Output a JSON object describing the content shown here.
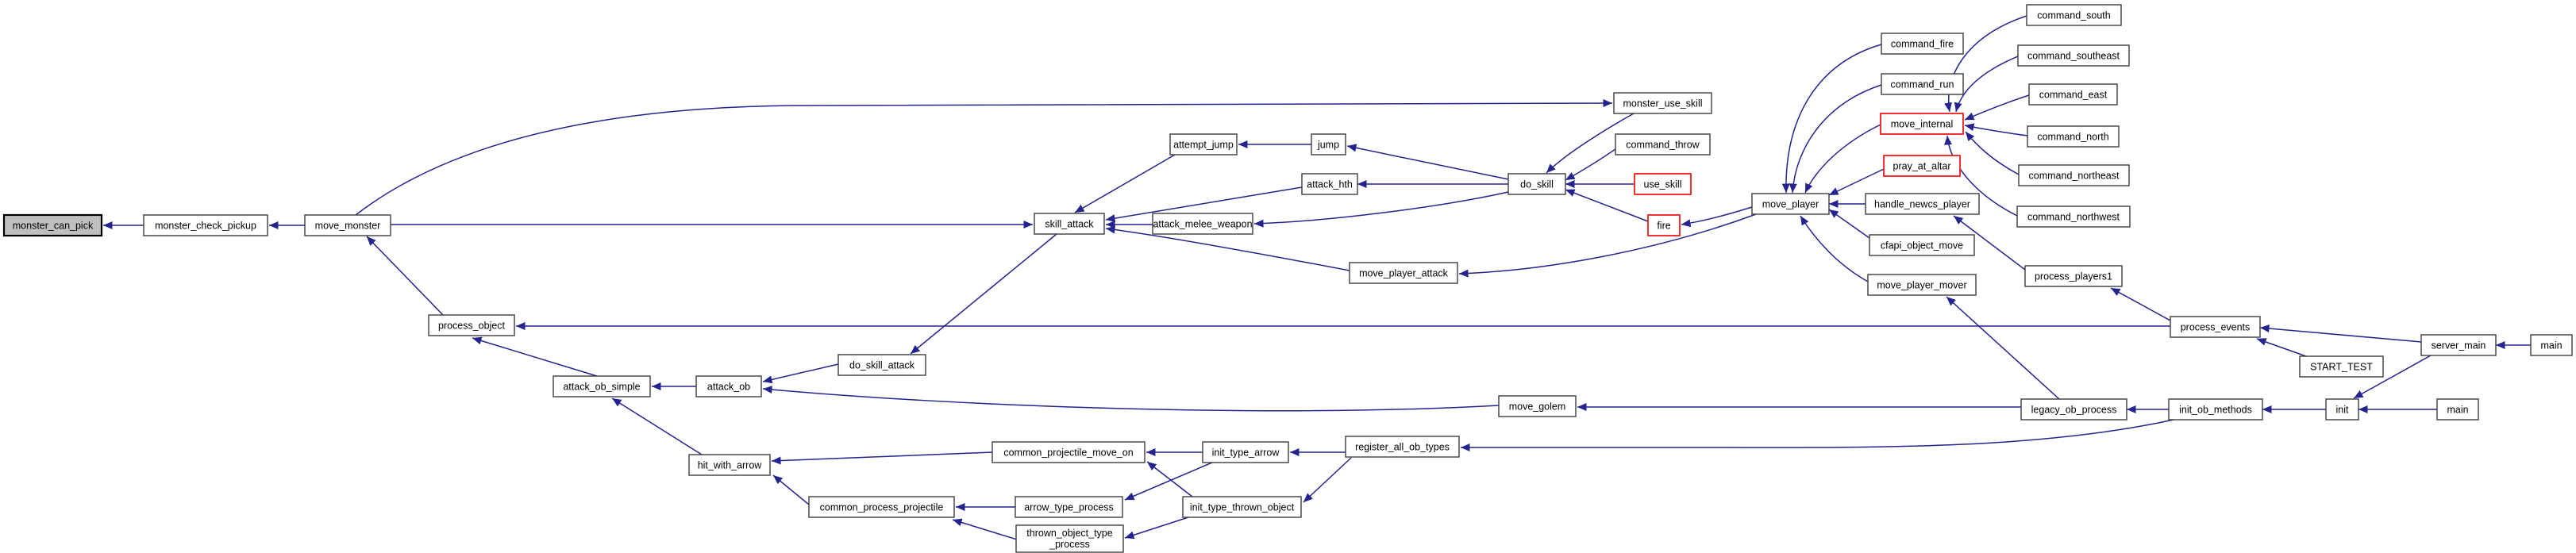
{
  "theme": {
    "page_bg": "#ffffff",
    "node_fill": "#ffffff",
    "node_border": "#3d3d3d",
    "root_fill": "#bfbfbf",
    "root_border": "#000000",
    "highlight_border": "#ee1b1b",
    "edge_color": "#24248e",
    "text_color": "#000000"
  },
  "diagram_type": "doxygen-caller-graph",
  "root_function": "monster_can_pick",
  "nodes": [
    {
      "label": "monster_can_pick",
      "style": "root"
    },
    {
      "label": "monster_check_pickup",
      "style": "normal"
    },
    {
      "label": "move_monster",
      "style": "normal"
    },
    {
      "label": "process_object",
      "style": "normal"
    },
    {
      "label": "attack_ob_simple",
      "style": "normal"
    },
    {
      "label": "attack_ob",
      "style": "normal"
    },
    {
      "label": "do_skill_attack",
      "style": "normal"
    },
    {
      "label": "hit_with_arrow",
      "style": "normal"
    },
    {
      "label": "common_process_projectile",
      "style": "normal"
    },
    {
      "label": "common_projectile_move_on",
      "style": "normal"
    },
    {
      "label": "arrow_type_process",
      "style": "normal"
    },
    {
      "label": "thrown_object_type_process",
      "style": "normal",
      "label_lines": [
        "thrown_object_type",
        "_process"
      ]
    },
    {
      "label": "skill_attack",
      "style": "normal"
    },
    {
      "label": "attempt_jump",
      "style": "normal"
    },
    {
      "label": "init_type_arrow",
      "style": "normal"
    },
    {
      "label": "init_type_thrown_object",
      "style": "normal"
    },
    {
      "label": "jump",
      "style": "normal"
    },
    {
      "label": "attack_hth",
      "style": "normal"
    },
    {
      "label": "attack_melee_weapon",
      "style": "normal"
    },
    {
      "label": "move_player_attack",
      "style": "normal"
    },
    {
      "label": "register_all_ob_types",
      "style": "normal"
    },
    {
      "label": "move_golem",
      "style": "normal"
    },
    {
      "label": "do_skill",
      "style": "normal"
    },
    {
      "label": "monster_use_skill",
      "style": "normal"
    },
    {
      "label": "command_throw",
      "style": "normal"
    },
    {
      "label": "use_skill",
      "style": "highlight"
    },
    {
      "label": "fire",
      "style": "highlight"
    },
    {
      "label": "move_player",
      "style": "normal"
    },
    {
      "label": "command_fire",
      "style": "normal"
    },
    {
      "label": "command_run",
      "style": "normal"
    },
    {
      "label": "move_internal",
      "style": "highlight"
    },
    {
      "label": "pray_at_altar",
      "style": "highlight"
    },
    {
      "label": "handle_newcs_player",
      "style": "normal"
    },
    {
      "label": "cfapi_object_move",
      "style": "normal"
    },
    {
      "label": "move_player_mover",
      "style": "normal"
    },
    {
      "label": "command_south",
      "style": "normal"
    },
    {
      "label": "command_southeast",
      "style": "normal"
    },
    {
      "label": "command_east",
      "style": "normal"
    },
    {
      "label": "command_north",
      "style": "normal"
    },
    {
      "label": "command_northeast",
      "style": "normal"
    },
    {
      "label": "command_northwest",
      "style": "normal"
    },
    {
      "label": "process_players1",
      "style": "normal"
    },
    {
      "label": "process_events",
      "style": "normal"
    },
    {
      "label": "START_TEST",
      "style": "normal"
    },
    {
      "label": "server_main",
      "style": "normal"
    },
    {
      "label": "main",
      "style": "normal"
    },
    {
      "label": "legacy_ob_process",
      "style": "normal"
    },
    {
      "label": "init_ob_methods",
      "style": "normal"
    },
    {
      "label": "init",
      "style": "normal"
    },
    {
      "label": "main",
      "style": "normal"
    }
  ],
  "edges": [
    {
      "from": "monster_check_pickup",
      "to": "monster_can_pick"
    },
    {
      "from": "move_monster",
      "to": "monster_check_pickup"
    },
    {
      "from": "process_object",
      "to": "move_monster"
    },
    {
      "from": "move_monster",
      "to": "monster_use_skill"
    },
    {
      "from": "move_monster",
      "to": "skill_attack"
    },
    {
      "from": "attack_ob_simple",
      "to": "process_object"
    },
    {
      "from": "process_events",
      "to": "process_object"
    },
    {
      "from": "attack_ob",
      "to": "attack_ob_simple"
    },
    {
      "from": "hit_with_arrow",
      "to": "attack_ob_simple"
    },
    {
      "from": "do_skill_attack",
      "to": "attack_ob"
    },
    {
      "from": "move_golem",
      "to": "attack_ob"
    },
    {
      "from": "skill_attack",
      "to": "do_skill_attack"
    },
    {
      "from": "attempt_jump",
      "to": "skill_attack"
    },
    {
      "from": "attack_hth",
      "to": "skill_attack"
    },
    {
      "from": "attack_melee_weapon",
      "to": "skill_attack"
    },
    {
      "from": "move_player_attack",
      "to": "skill_attack"
    },
    {
      "from": "jump",
      "to": "attempt_jump"
    },
    {
      "from": "do_skill",
      "to": "jump"
    },
    {
      "from": "do_skill",
      "to": "attack_hth"
    },
    {
      "from": "do_skill",
      "to": "attack_melee_weapon"
    },
    {
      "from": "monster_use_skill",
      "to": "do_skill"
    },
    {
      "from": "command_throw",
      "to": "do_skill"
    },
    {
      "from": "use_skill",
      "to": "do_skill"
    },
    {
      "from": "fire",
      "to": "do_skill"
    },
    {
      "from": "move_player",
      "to": "fire"
    },
    {
      "from": "move_player",
      "to": "move_player_attack"
    },
    {
      "from": "command_fire",
      "to": "move_player"
    },
    {
      "from": "command_run",
      "to": "move_player"
    },
    {
      "from": "move_internal",
      "to": "move_player"
    },
    {
      "from": "pray_at_altar",
      "to": "move_player"
    },
    {
      "from": "handle_newcs_player",
      "to": "move_player"
    },
    {
      "from": "cfapi_object_move",
      "to": "move_player"
    },
    {
      "from": "move_player_mover",
      "to": "move_player"
    },
    {
      "from": "command_south",
      "to": "move_internal"
    },
    {
      "from": "command_southeast",
      "to": "move_internal"
    },
    {
      "from": "command_east",
      "to": "move_internal"
    },
    {
      "from": "command_north",
      "to": "move_internal"
    },
    {
      "from": "command_northeast",
      "to": "move_internal"
    },
    {
      "from": "command_northwest",
      "to": "move_internal"
    },
    {
      "from": "process_players1",
      "to": "handle_newcs_player"
    },
    {
      "from": "process_events",
      "to": "process_players1"
    },
    {
      "from": "legacy_ob_process",
      "to": "move_player_mover"
    },
    {
      "from": "server_main",
      "to": "process_events"
    },
    {
      "from": "START_TEST",
      "to": "process_events"
    },
    {
      "from": "main",
      "to": "server_main"
    },
    {
      "from": "server_main",
      "to": "init"
    },
    {
      "from": "init_ob_methods",
      "to": "legacy_ob_process"
    },
    {
      "from": "init",
      "to": "init_ob_methods"
    },
    {
      "from": "main",
      "to": "init"
    },
    {
      "from": "legacy_ob_process",
      "to": "move_golem"
    },
    {
      "from": "init_ob_methods",
      "to": "register_all_ob_types"
    },
    {
      "from": "register_all_ob_types",
      "to": "init_type_arrow"
    },
    {
      "from": "register_all_ob_types",
      "to": "init_type_thrown_object"
    },
    {
      "from": "init_type_arrow",
      "to": "common_projectile_move_on"
    },
    {
      "from": "init_type_arrow",
      "to": "arrow_type_process"
    },
    {
      "from": "init_type_thrown_object",
      "to": "common_projectile_move_on"
    },
    {
      "from": "init_type_thrown_object",
      "to": "thrown_object_type_process"
    },
    {
      "from": "arrow_type_process",
      "to": "common_process_projectile"
    },
    {
      "from": "thrown_object_type_process",
      "to": "common_process_projectile"
    },
    {
      "from": "common_projectile_move_on",
      "to": "hit_with_arrow"
    },
    {
      "from": "common_process_projectile",
      "to": "hit_with_arrow"
    }
  ]
}
